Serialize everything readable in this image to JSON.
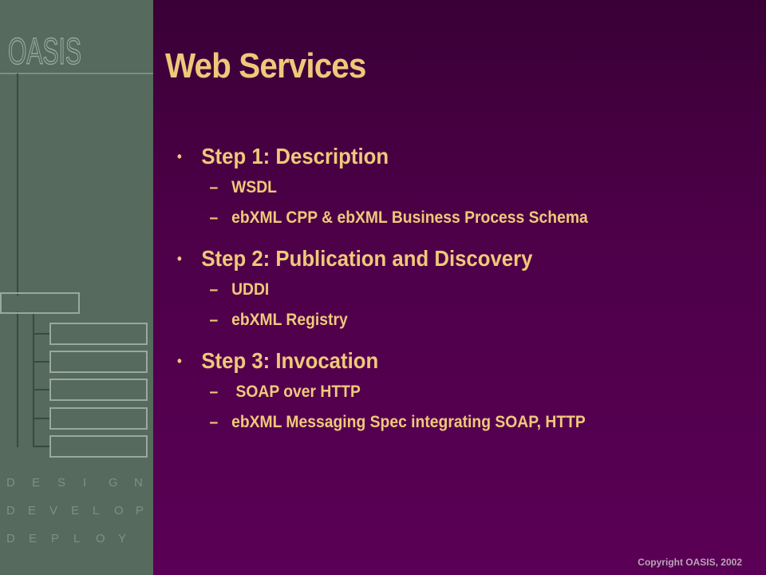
{
  "sidebar": {
    "logo_text": "OASIS",
    "taglines": [
      [
        "D",
        "E",
        "S",
        "I",
        "G",
        "N"
      ],
      [
        "D",
        "E",
        "V",
        "E",
        "L",
        "O",
        "P"
      ],
      [
        "D",
        "E",
        "P",
        "L",
        "O",
        "Y"
      ]
    ]
  },
  "slide": {
    "title": "Web Services",
    "bullets": [
      {
        "text": "Step 1: Description",
        "subs": [
          "WSDL",
          "ebXML CPP & ebXML Business Process Schema"
        ]
      },
      {
        "text": "Step 2: Publication and Discovery",
        "subs": [
          "UDDI",
          "ebXML Registry"
        ]
      },
      {
        "text": "Step 3: Invocation",
        "subs": [
          " SOAP over HTTP",
          "ebXML Messaging Spec integrating SOAP, HTTP"
        ]
      }
    ],
    "bullet_glyph": "•",
    "sub_glyph": "–"
  },
  "footer": {
    "copyright": "Copyright OASIS, 2002"
  },
  "colors": {
    "title": "#f0c87a",
    "sidebar": "#566a5d",
    "background": "#5a0056"
  }
}
